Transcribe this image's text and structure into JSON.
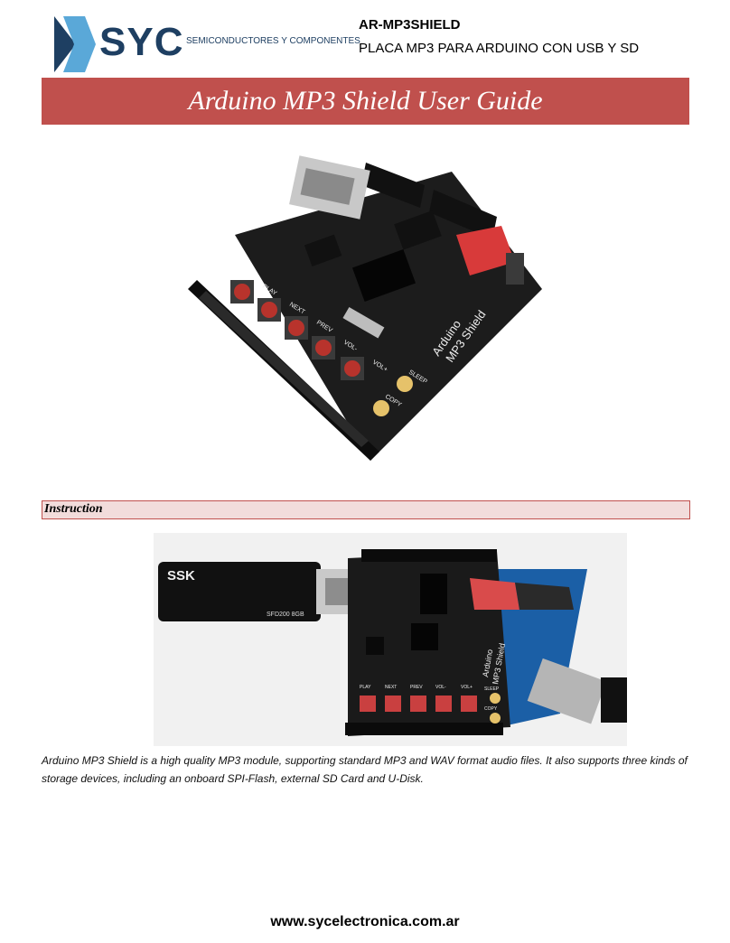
{
  "header": {
    "logo_text": "SYC",
    "logo_subtitle": "SEMICONDUCTORES Y COMPONENTES",
    "product_code": "AR-MP3SHIELD",
    "product_subtitle": "PLACA MP3 PARA ARDUINO CON USB Y SD"
  },
  "banner": {
    "title": "Arduino MP3 Shield User Guide"
  },
  "colors": {
    "brand_navy": "#1e3f62",
    "banner_red": "#c0504d",
    "section_bg": "#f2dcdb"
  },
  "board_labels": {
    "buttons": [
      "PLAY",
      "NEXT",
      "PREV",
      "VOL-",
      "VOL+"
    ],
    "side_buttons": [
      "SLEEP",
      "COPY"
    ],
    "silkscreen": [
      "Arduino",
      "MP3 Shield"
    ]
  },
  "section": {
    "title": "Instruction"
  },
  "photo2_labels": {
    "usb_brand": "SSK",
    "usb_model": "SFD200 8GB"
  },
  "description": "Arduino MP3 Shield is a high quality MP3 module, supporting standard MP3 and WAV format audio files.  It also supports three kinds of storage devices, including an onboard SPI-Flash, external SD Card and U-Disk.",
  "footer": {
    "website": "www.sycelectronica.com.ar"
  }
}
